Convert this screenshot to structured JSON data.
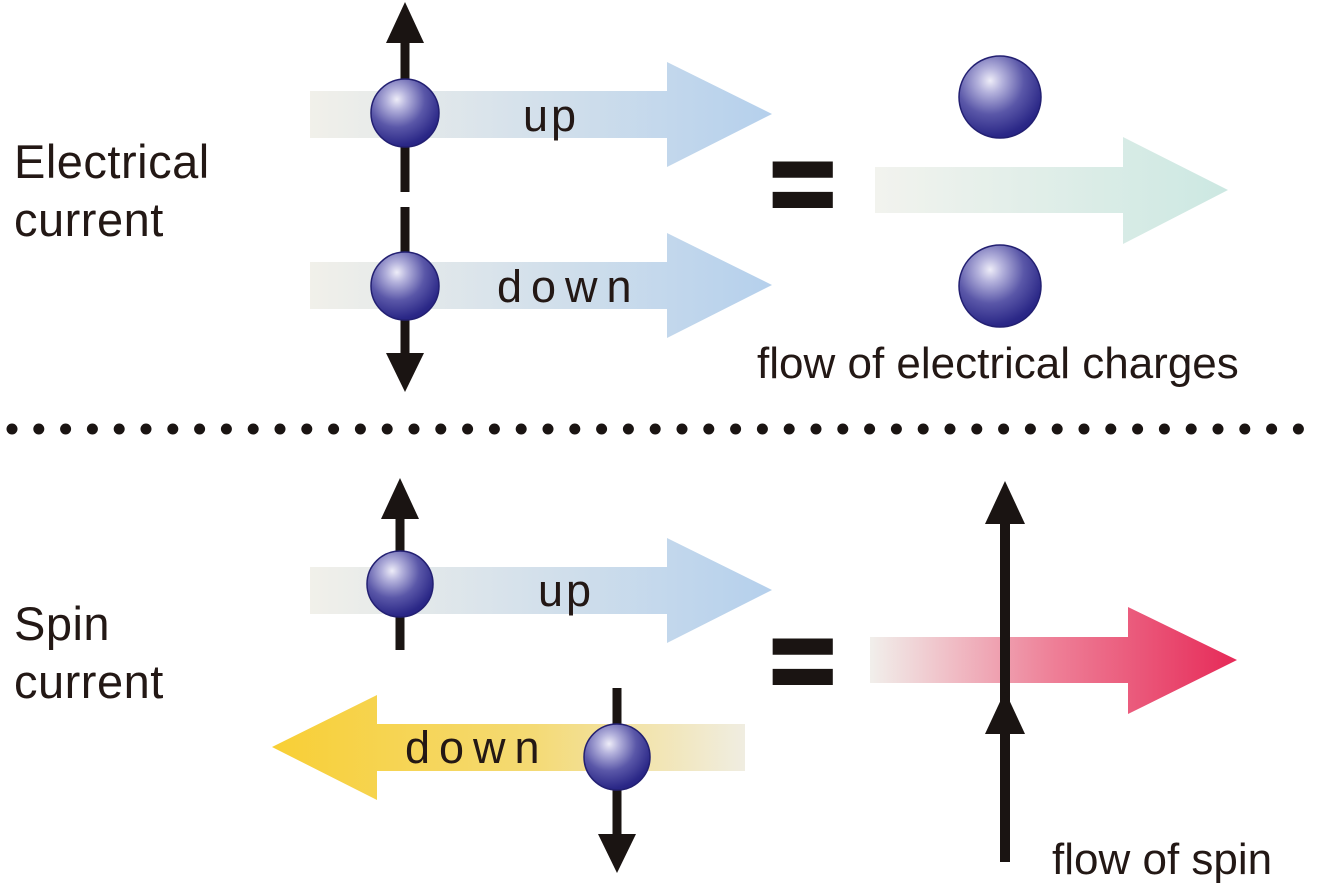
{
  "page": {
    "background": "#ffffff"
  },
  "sections": {
    "electrical": {
      "title_line1": "Electrical",
      "title_line2": "current",
      "up_label": "up",
      "down_label": "down",
      "equals_sign": "=",
      "caption": "flow of electrical charges"
    },
    "spin": {
      "title_line1": "Spin",
      "title_line2": "current",
      "up_label": "up",
      "down_label": "down",
      "equals_sign": "=",
      "caption": "flow of spin"
    }
  },
  "icons": {
    "electron": "navy glossy sphere",
    "spin_up": "black upward arrow",
    "spin_down": "black downward arrow",
    "charge_flow_right": "pale blue right arrow",
    "charge_flow_left": "yellow left arrow",
    "net_charge_flow": "pale teal right arrow",
    "net_spin_flow": "red right arrow",
    "divider": "black dotted horizontal line"
  },
  "colors": {
    "text": "#231815",
    "black": "#1a1412",
    "sphere_dark": "#262284",
    "sphere_highlight": "#eeedf8",
    "blue_arrow": "#b5d0ec",
    "teal_arrow": "#cce8e2",
    "yellow_arrow": "#f8cf35",
    "red_arrow": "#e62a58",
    "arrow_fade": "#f1f0ea"
  }
}
